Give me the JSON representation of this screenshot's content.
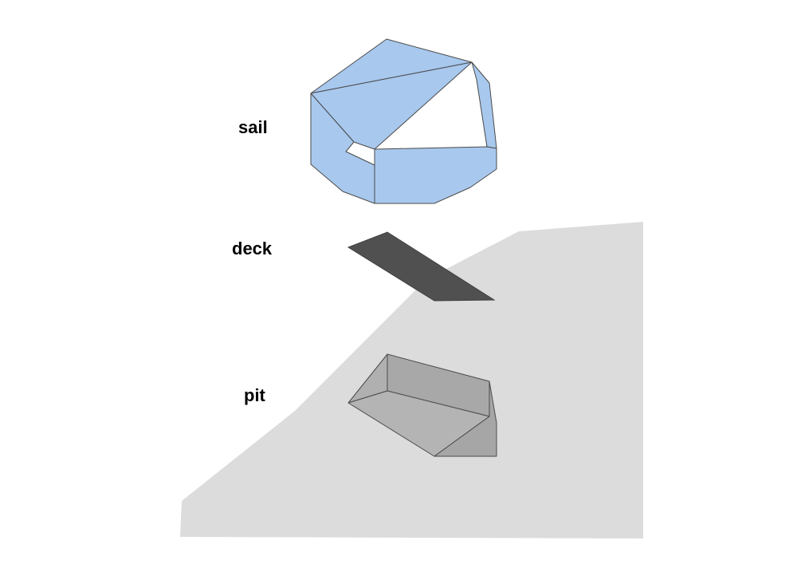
{
  "labels": {
    "sail": "sail",
    "deck": "deck",
    "pit": "pit"
  },
  "colors": {
    "ground": "#dcdcdc",
    "sail": "#a8c8ee",
    "deck": "#505050",
    "pit_light": "#b2b2b2",
    "pit_dark": "#a6a6a6",
    "edge": "#4a4a4a"
  }
}
